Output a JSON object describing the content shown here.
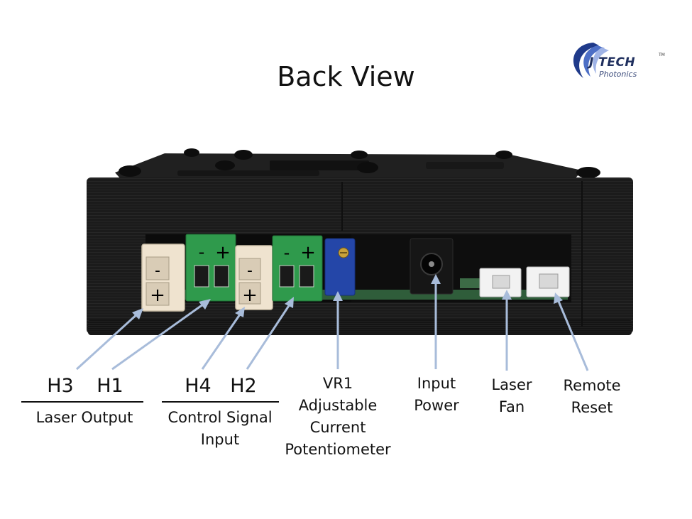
{
  "title": "Back View",
  "logo": {
    "main": "J TECH",
    "sub": "Photonics",
    "tm": "TM"
  },
  "colors": {
    "enclosure": "#1b1b1b",
    "terminal_green": "#2f9a4c",
    "connector_cream": "#efe3cf",
    "potentiometer_blue": "#2446a8",
    "arrow": "#a8bcda",
    "logo_blue": "#1f2f5e"
  },
  "terminals": {
    "h3_top": "-",
    "h3_bottom": "+",
    "h1_left": "-",
    "h1_right": "+",
    "h4_top": "-",
    "h4_bottom": "+",
    "h2_left": "-",
    "h2_right": "+"
  },
  "labels": {
    "h3": "H3",
    "h1": "H1",
    "laser_output": "Laser Output",
    "h4": "H4",
    "h2": "H2",
    "control_signal_line1": "Control Signal",
    "control_signal_line2": "Input",
    "vr1_line1": "VR1",
    "vr1_line2": "Adjustable",
    "vr1_line3": "Current",
    "vr1_line4": "Potentiometer",
    "input_power_line1": "Input",
    "input_power_line2": "Power",
    "laser_fan_line1": "Laser",
    "laser_fan_line2": "Fan",
    "remote_reset_line1": "Remote",
    "remote_reset_line2": "Reset"
  }
}
